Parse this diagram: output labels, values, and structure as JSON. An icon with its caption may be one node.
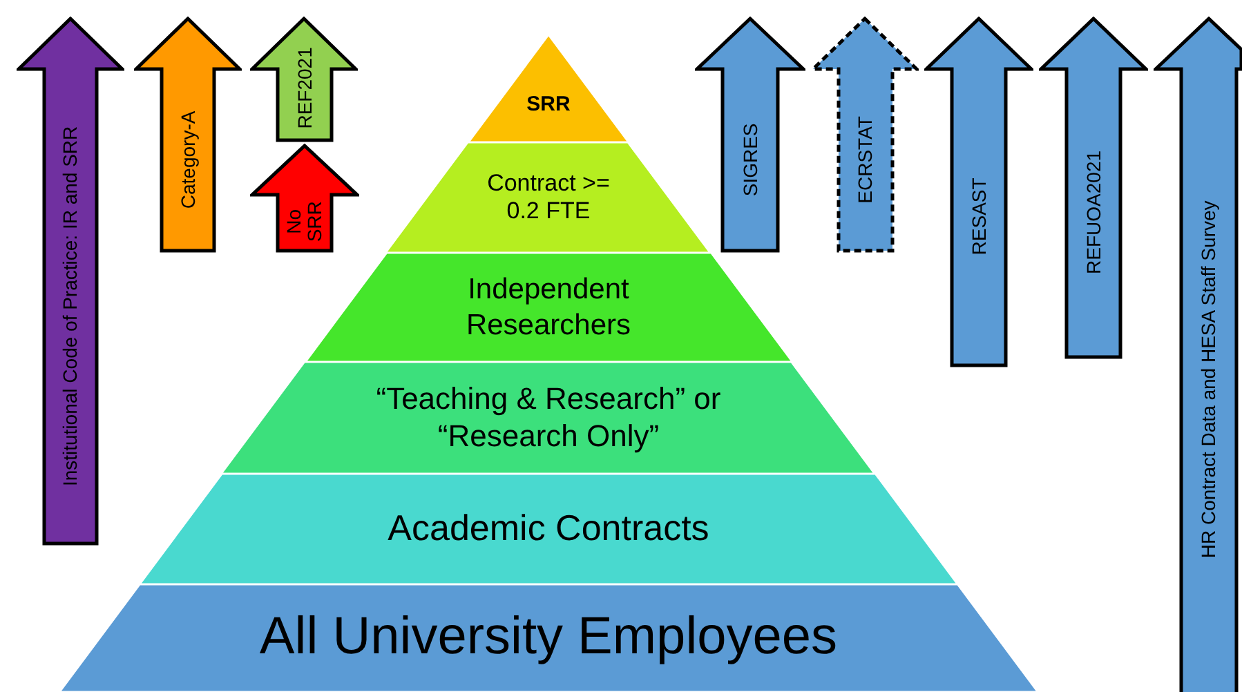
{
  "diagram": {
    "nodes": [
      {
        "text": [
          "Institutional Code of Practice: IR and SRR"
        ]
      },
      {
        "text": [
          "Category-A"
        ]
      },
      {
        "text": [
          "REF2021"
        ]
      },
      {
        "text": [
          "No SRR"
        ]
      },
      {
        "text": [
          "SRR"
        ]
      },
      {
        "text": [
          "Contract >= 0.2 FTE"
        ]
      },
      {
        "text": [
          "Independent Researchers"
        ]
      },
      {
        "text": [
          "“Teaching & Research” or “Research Only”"
        ]
      },
      {
        "text": [
          "Academic Contracts"
        ]
      },
      {
        "text": [
          "All University Employees"
        ]
      },
      {
        "text": [
          "SIGRES"
        ]
      },
      {
        "text": [
          "ECRSTAT"
        ]
      },
      {
        "text": [
          "RESAST"
        ]
      },
      {
        "text": [
          "REFUOA2021"
        ]
      },
      {
        "text": [
          "HR Contract Data and HESA Staff Survey"
        ]
      }
    ]
  }
}
